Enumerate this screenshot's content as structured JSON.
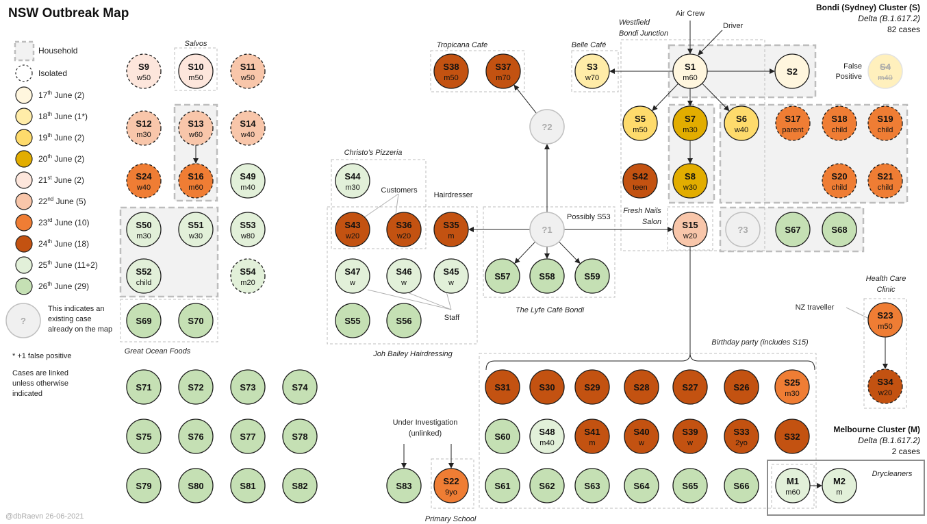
{
  "title": "NSW Outbreak Map",
  "credit": "@dbRaevn 26-06-2021",
  "clusters": {
    "bondi": {
      "name": "Bondi (Sydney) Cluster (S)",
      "variant": "Delta (B.1.617.2)",
      "count": "82 cases"
    },
    "melbourne": {
      "name": "Melbourne Cluster (M)",
      "variant": "Delta (B.1.617.2)",
      "count": "2 cases"
    }
  },
  "legend": {
    "household": "Household",
    "isolated": "Isolated",
    "dates": [
      {
        "d": "17",
        "sup": "th",
        "m": " June (2)",
        "color": "#fff6de"
      },
      {
        "d": "18",
        "sup": "th",
        "m": " June (1*)",
        "color": "#ffeca8"
      },
      {
        "d": "19",
        "sup": "th",
        "m": " June (2)",
        "color": "#fedb6c"
      },
      {
        "d": "20",
        "sup": "th",
        "m": " June (2)",
        "color": "#e2ad00"
      },
      {
        "d": "21",
        "sup": "st",
        "m": " June (2)",
        "color": "#fde6dc"
      },
      {
        "d": "22",
        "sup": "nd",
        "m": " June (5)",
        "color": "#f8c6aa"
      },
      {
        "d": "23",
        "sup": "rd",
        "m": " June (10)",
        "color": "#ef7d34"
      },
      {
        "d": "24",
        "sup": "th",
        "m": " June (18)",
        "color": "#c35211"
      },
      {
        "d": "25",
        "sup": "th",
        "m": " June (11+2)",
        "color": "#e2f0d9"
      },
      {
        "d": "26",
        "sup": "th",
        "m": " June (29)",
        "color": "#c5e0b4"
      }
    ],
    "existing_symbol": "?",
    "existing_note": [
      "This indicates an",
      "existing case",
      "already on the map"
    ],
    "false_positive_note": "* +1 false positive",
    "linked_note": [
      "Cases are linked",
      "unless otherwise",
      "indicated"
    ]
  },
  "colors": {
    "d17": "#fff6de",
    "d18": "#ffeca8",
    "d19": "#fedb6c",
    "d20": "#e2ad00",
    "d21": "#fde6dc",
    "d22": "#f8c6aa",
    "d23": "#ef7d34",
    "d24": "#c35211",
    "d25": "#e2f0d9",
    "d26": "#c5e0b4",
    "grey": "#f0f0f0",
    "box": "#f2f2f2"
  },
  "labels": [
    {
      "id": "salvos",
      "text": "Salvos",
      "italic": true
    },
    {
      "id": "tropicana",
      "text": "Tropicana Cafe",
      "italic": true
    },
    {
      "id": "belle",
      "text": "Belle Café",
      "italic": true
    },
    {
      "id": "westfield1",
      "text": "Westfield",
      "italic": true
    },
    {
      "id": "westfield2",
      "text": "Bondi Junction",
      "italic": true
    },
    {
      "id": "aircrew",
      "text": "Air Crew",
      "italic": false
    },
    {
      "id": "driver",
      "text": "Driver",
      "italic": false
    },
    {
      "id": "falsepos1",
      "text": "False",
      "italic": false
    },
    {
      "id": "falsepos2",
      "text": "Positive",
      "italic": false
    },
    {
      "id": "christos",
      "text": "Christo’s Pizzeria",
      "italic": true
    },
    {
      "id": "customers",
      "text": "Customers",
      "italic": false
    },
    {
      "id": "hairdresser",
      "text": "Hairdresser",
      "italic": false
    },
    {
      "id": "possibly",
      "text": "Possibly S53",
      "italic": false
    },
    {
      "id": "freshnails1",
      "text": "Fresh Nails",
      "italic": true
    },
    {
      "id": "freshnails2",
      "text": "Salon",
      "italic": true
    },
    {
      "id": "staff",
      "text": "Staff",
      "italic": false
    },
    {
      "id": "lyfe",
      "text": "The Lyfe Café Bondi",
      "italic": true
    },
    {
      "id": "johbailey",
      "text": "Joh Bailey Hairdressing",
      "italic": true
    },
    {
      "id": "greatocean",
      "text": "Great Ocean Foods",
      "italic": true
    },
    {
      "id": "health1",
      "text": "Health Care",
      "italic": true
    },
    {
      "id": "health2",
      "text": "Clinic",
      "italic": true
    },
    {
      "id": "nz",
      "text": "NZ traveller",
      "italic": false
    },
    {
      "id": "birthday",
      "text": "Birthday party (includes S15)",
      "italic": true
    },
    {
      "id": "under1",
      "text": "Under Investigation",
      "italic": false
    },
    {
      "id": "under2",
      "text": "(unlinked)",
      "italic": false
    },
    {
      "id": "primary",
      "text": "Primary School",
      "italic": true
    },
    {
      "id": "drycleaners",
      "text": "Drycleaners",
      "italic": true
    }
  ],
  "cases": [
    {
      "id": "S1",
      "sub": "m60",
      "date": "d17"
    },
    {
      "id": "S2",
      "sub": "",
      "date": "d17"
    },
    {
      "id": "S3",
      "sub": "w70",
      "date": "d18"
    },
    {
      "id": "S4",
      "sub": "m40",
      "date": "d18",
      "false_positive": true
    },
    {
      "id": "S5",
      "sub": "m50",
      "date": "d19"
    },
    {
      "id": "S6",
      "sub": "w40",
      "date": "d19"
    },
    {
      "id": "S7",
      "sub": "m30",
      "date": "d20"
    },
    {
      "id": "S8",
      "sub": "w30",
      "date": "d20"
    },
    {
      "id": "S9",
      "sub": "w50",
      "date": "d21",
      "isolated": true
    },
    {
      "id": "S10",
      "sub": "m50",
      "date": "d21"
    },
    {
      "id": "S11",
      "sub": "w50",
      "date": "d22",
      "isolated": true
    },
    {
      "id": "S12",
      "sub": "m30",
      "date": "d22",
      "isolated": true
    },
    {
      "id": "S13",
      "sub": "w60",
      "date": "d22",
      "isolated": true
    },
    {
      "id": "S14",
      "sub": "w40",
      "date": "d22",
      "isolated": true
    },
    {
      "id": "S15",
      "sub": "w20",
      "date": "d22"
    },
    {
      "id": "S16",
      "sub": "m60",
      "date": "d23",
      "isolated": true
    },
    {
      "id": "S17",
      "sub": "parent",
      "date": "d23",
      "isolated": true
    },
    {
      "id": "S18",
      "sub": "child",
      "date": "d23",
      "isolated": true
    },
    {
      "id": "S19",
      "sub": "child",
      "date": "d23",
      "isolated": true
    },
    {
      "id": "S20",
      "sub": "child",
      "date": "d23",
      "isolated": true
    },
    {
      "id": "S21",
      "sub": "child",
      "date": "d23",
      "isolated": true
    },
    {
      "id": "S22",
      "sub": "9yo",
      "date": "d23"
    },
    {
      "id": "S23",
      "sub": "m50",
      "date": "d23"
    },
    {
      "id": "S24",
      "sub": "w40",
      "date": "d23",
      "isolated": true
    },
    {
      "id": "S25",
      "sub": "m30",
      "date": "d23"
    },
    {
      "id": "S26",
      "sub": "",
      "date": "d24"
    },
    {
      "id": "S27",
      "sub": "",
      "date": "d24"
    },
    {
      "id": "S28",
      "sub": "",
      "date": "d24"
    },
    {
      "id": "S29",
      "sub": "",
      "date": "d24"
    },
    {
      "id": "S30",
      "sub": "",
      "date": "d24"
    },
    {
      "id": "S31",
      "sub": "",
      "date": "d24"
    },
    {
      "id": "S32",
      "sub": "",
      "date": "d24"
    },
    {
      "id": "S33",
      "sub": "2yo",
      "date": "d24"
    },
    {
      "id": "S34",
      "sub": "w20",
      "date": "d24",
      "isolated": true
    },
    {
      "id": "S35",
      "sub": "m",
      "date": "d24"
    },
    {
      "id": "S36",
      "sub": "w20",
      "date": "d24"
    },
    {
      "id": "S37",
      "sub": "m70",
      "date": "d24"
    },
    {
      "id": "S38",
      "sub": "m50",
      "date": "d24"
    },
    {
      "id": "S39",
      "sub": "w",
      "date": "d24"
    },
    {
      "id": "S40",
      "sub": "w",
      "date": "d24"
    },
    {
      "id": "S41",
      "sub": "m",
      "date": "d24"
    },
    {
      "id": "S42",
      "sub": "teen",
      "date": "d24"
    },
    {
      "id": "S43",
      "sub": "w20",
      "date": "d24"
    },
    {
      "id": "S44",
      "sub": "m30",
      "date": "d25"
    },
    {
      "id": "S45",
      "sub": "w",
      "date": "d25"
    },
    {
      "id": "S46",
      "sub": "w",
      "date": "d25"
    },
    {
      "id": "S47",
      "sub": "w",
      "date": "d25"
    },
    {
      "id": "S48",
      "sub": "m40",
      "date": "d25"
    },
    {
      "id": "S49",
      "sub": "m40",
      "date": "d25"
    },
    {
      "id": "S50",
      "sub": "m30",
      "date": "d25"
    },
    {
      "id": "S51",
      "sub": "w30",
      "date": "d25"
    },
    {
      "id": "S52",
      "sub": "child",
      "date": "d25"
    },
    {
      "id": "S53",
      "sub": "w80",
      "date": "d25"
    },
    {
      "id": "S54",
      "sub": "m20",
      "date": "d25",
      "isolated": true
    },
    {
      "id": "S55",
      "sub": "",
      "date": "d26"
    },
    {
      "id": "S56",
      "sub": "",
      "date": "d26"
    },
    {
      "id": "S57",
      "sub": "",
      "date": "d26"
    },
    {
      "id": "S58",
      "sub": "",
      "date": "d26"
    },
    {
      "id": "S59",
      "sub": "",
      "date": "d26"
    },
    {
      "id": "S60",
      "sub": "",
      "date": "d26"
    },
    {
      "id": "S61",
      "sub": "",
      "date": "d26"
    },
    {
      "id": "S62",
      "sub": "",
      "date": "d26"
    },
    {
      "id": "S63",
      "sub": "",
      "date": "d26"
    },
    {
      "id": "S64",
      "sub": "",
      "date": "d26"
    },
    {
      "id": "S65",
      "sub": "",
      "date": "d26"
    },
    {
      "id": "S66",
      "sub": "",
      "date": "d26"
    },
    {
      "id": "S67",
      "sub": "",
      "date": "d26"
    },
    {
      "id": "S68",
      "sub": "",
      "date": "d26"
    },
    {
      "id": "S69",
      "sub": "",
      "date": "d26"
    },
    {
      "id": "S70",
      "sub": "",
      "date": "d26"
    },
    {
      "id": "S71",
      "sub": "",
      "date": "d26"
    },
    {
      "id": "S72",
      "sub": "",
      "date": "d26"
    },
    {
      "id": "S73",
      "sub": "",
      "date": "d26"
    },
    {
      "id": "S74",
      "sub": "",
      "date": "d26"
    },
    {
      "id": "S75",
      "sub": "",
      "date": "d26"
    },
    {
      "id": "S76",
      "sub": "",
      "date": "d26"
    },
    {
      "id": "S77",
      "sub": "",
      "date": "d26"
    },
    {
      "id": "S78",
      "sub": "",
      "date": "d26"
    },
    {
      "id": "S79",
      "sub": "",
      "date": "d26"
    },
    {
      "id": "S80",
      "sub": "",
      "date": "d26"
    },
    {
      "id": "S81",
      "sub": "",
      "date": "d26"
    },
    {
      "id": "S82",
      "sub": "",
      "date": "d26"
    },
    {
      "id": "S83",
      "sub": "",
      "date": "d26"
    },
    {
      "id": "M1",
      "sub": "m60",
      "date": "d25"
    },
    {
      "id": "M2",
      "sub": "m",
      "date": "d25"
    },
    {
      "id": "?1",
      "sub": "",
      "date": "grey",
      "existing": true
    },
    {
      "id": "?2",
      "sub": "",
      "date": "grey",
      "existing": true
    },
    {
      "id": "?3",
      "sub": "",
      "date": "grey",
      "existing": true
    }
  ],
  "links": [
    [
      "S1",
      "S2"
    ],
    [
      "S1",
      "S3"
    ],
    [
      "S1",
      "S5"
    ],
    [
      "S1",
      "S6"
    ],
    [
      "S1",
      "S7"
    ],
    [
      "S7",
      "S8"
    ],
    [
      "S13",
      "S16"
    ],
    [
      "?1",
      "S35"
    ],
    [
      "?1",
      "S15"
    ],
    [
      "?1",
      "?2"
    ],
    [
      "?2",
      "S37"
    ],
    [
      "?1",
      "S57"
    ],
    [
      "?1",
      "S58"
    ],
    [
      "?1",
      "S59"
    ],
    [
      "S23",
      "S34"
    ],
    [
      "M1",
      "M2"
    ]
  ]
}
